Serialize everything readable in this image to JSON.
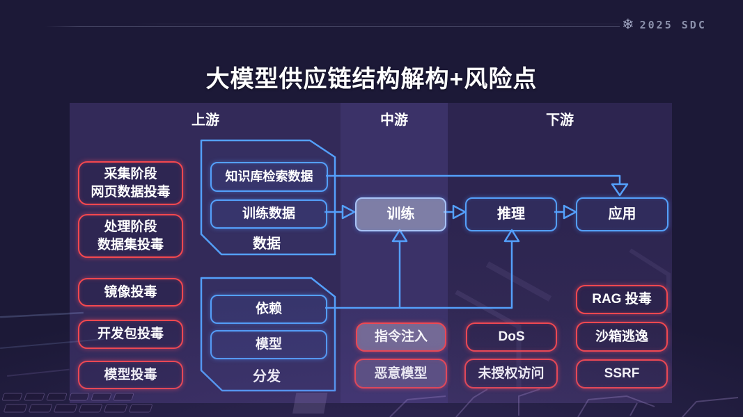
{
  "brand": {
    "icon": "❄",
    "text": "2025 SDC"
  },
  "title": "大模型供应链结构解构+风险点",
  "columns": {
    "up": "上游",
    "mid": "中游",
    "down": "下游"
  },
  "upstream": {
    "risks": [
      {
        "id": "collect-stage",
        "label": "采集阶段\n网页数据投毒"
      },
      {
        "id": "process-stage",
        "label": "处理阶段\n数据集投毒"
      },
      {
        "id": "mirror",
        "label": "镜像投毒"
      },
      {
        "id": "dev-package",
        "label": "开发包投毒"
      },
      {
        "id": "model",
        "label": "模型投毒"
      }
    ],
    "data_group": {
      "caption": "数据",
      "kb_retrieval": "知识库检索数据",
      "training_data": "训练数据"
    },
    "dist_group": {
      "caption": "分发",
      "dependency": "依赖",
      "model": "模型"
    }
  },
  "pipeline": {
    "train": "训练",
    "inference": "推理",
    "app": "应用"
  },
  "midstream": {
    "risks": [
      {
        "id": "prompt-injection",
        "label": "指令注入"
      },
      {
        "id": "malicious-model",
        "label": "恶意模型"
      }
    ]
  },
  "downstream": {
    "risks": [
      {
        "id": "dos",
        "label": "DoS"
      },
      {
        "id": "unauthorized-access",
        "label": "未授权访问"
      },
      {
        "id": "rag-poisoning",
        "label": "RAG 投毒"
      },
      {
        "id": "sandbox-escape",
        "label": "沙箱逃逸"
      },
      {
        "id": "ssrf",
        "label": "SSRF"
      }
    ]
  },
  "colors": {
    "background": "#1c1937",
    "accent_red": "#f4484f",
    "accent_blue": "#54a0fb",
    "column_up": "#332a59",
    "column_mid": "#3b3268",
    "column_down": "#2d2550"
  }
}
